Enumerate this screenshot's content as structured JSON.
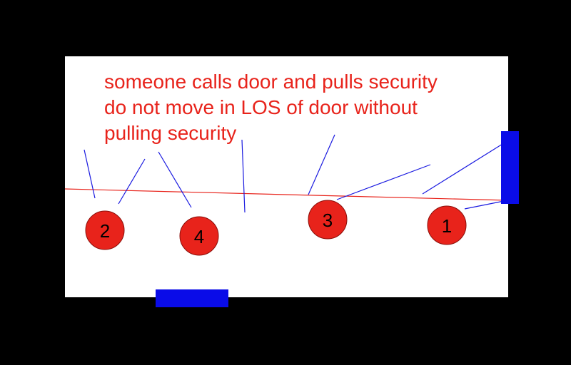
{
  "notes": [
    "someone calls door and pulls security",
    "do not move in LOS of door without",
    "pulling security"
  ],
  "operators": [
    "1",
    "2",
    "3",
    "4"
  ],
  "colors": {
    "background": "#000000",
    "board": "#ffffff",
    "text": "#e8231b",
    "operator_fill": "#e8231b",
    "door": "#0a0ce8",
    "line_of_sight": "#e8231b",
    "sector_lines": "#1a1ae0"
  }
}
